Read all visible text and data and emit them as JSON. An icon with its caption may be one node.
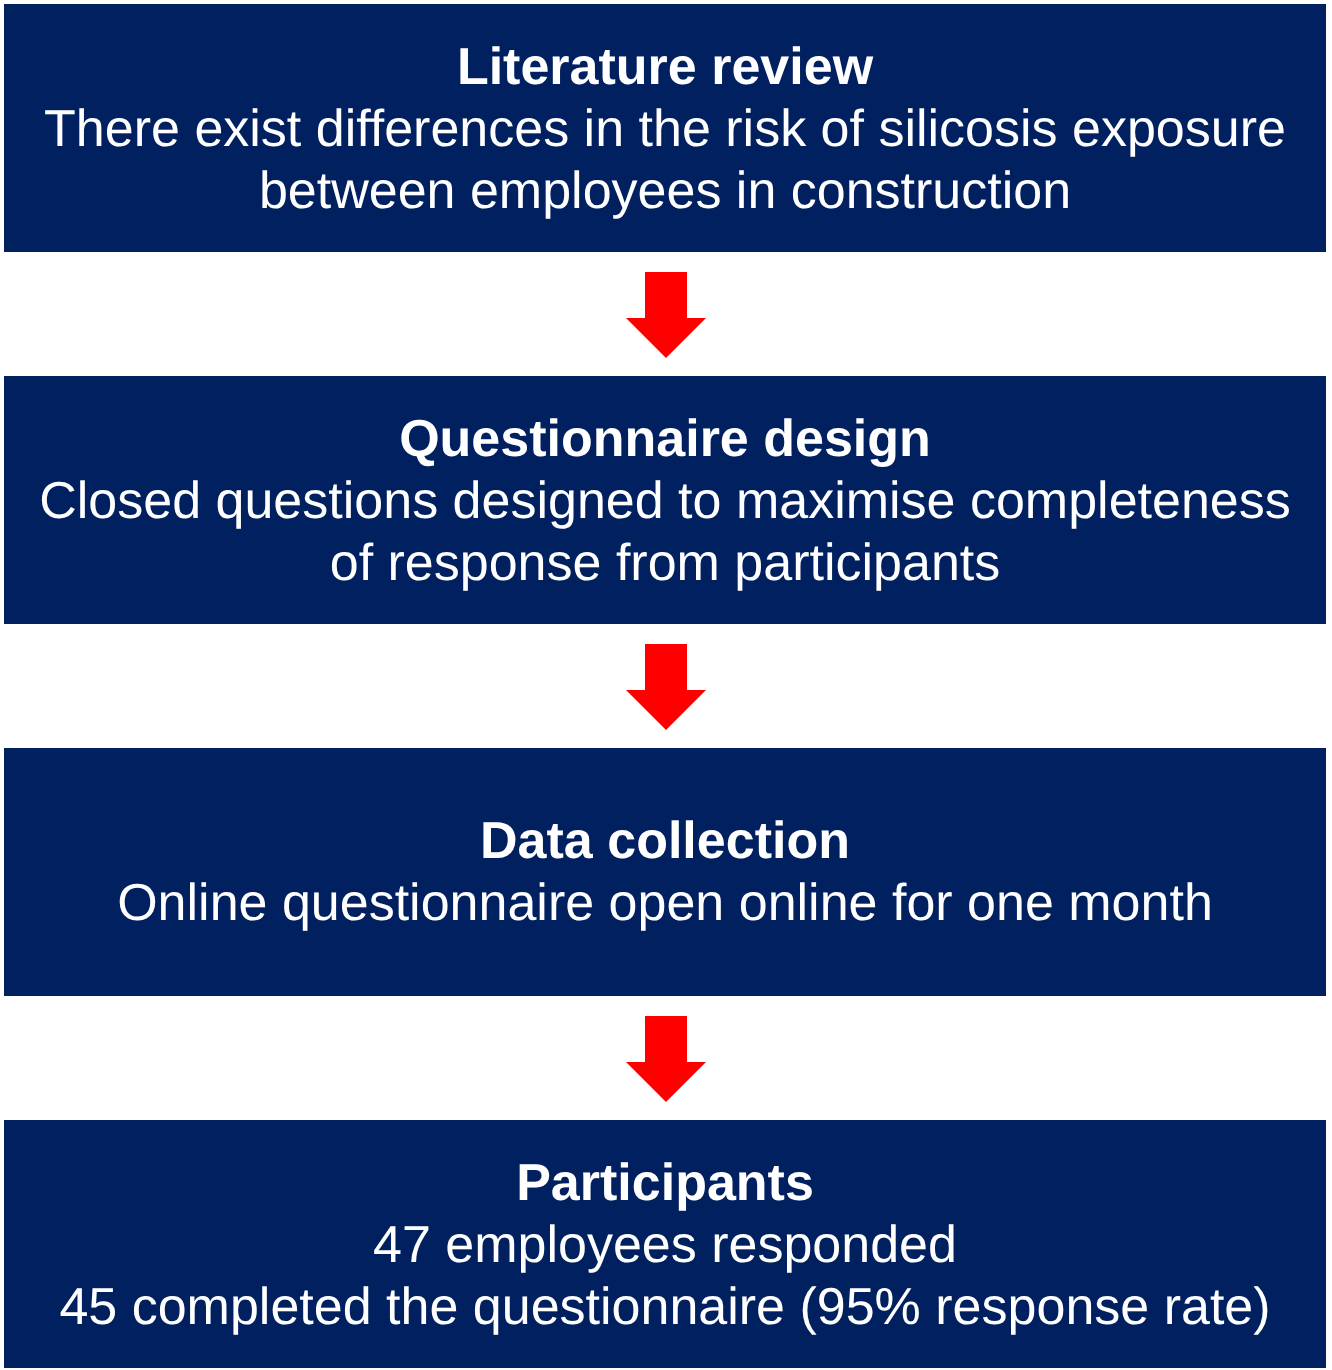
{
  "diagram": {
    "nodes": [
      {
        "text": [
          "Literature review",
          "There exist differences in the risk of silicosis exposure between employees in construction"
        ]
      },
      {
        "text": [
          "Questionnaire design",
          "Closed questions designed to maximise completeness of response from participants"
        ]
      },
      {
        "text": [
          "Data collection",
          "Online questionnaire open online for one month"
        ]
      },
      {
        "text": [
          "Participants",
          "47 employees responded",
          "45 completed the questionnaire (95% response rate)"
        ]
      }
    ],
    "edges": [
      {
        "from": 0,
        "to": 1,
        "arrow": "to"
      },
      {
        "from": 1,
        "to": 2,
        "arrow": "to"
      },
      {
        "from": 2,
        "to": 3,
        "arrow": "to"
      }
    ]
  }
}
